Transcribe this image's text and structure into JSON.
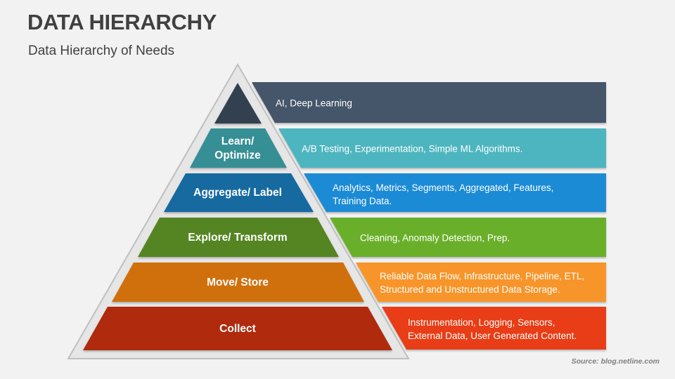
{
  "header": {
    "title": "DATA HIERARCHY",
    "subtitle": "Data Hierarchy of Needs"
  },
  "levels": [
    {
      "label": "",
      "description_lines": [
        "AI, Deep Learning"
      ],
      "color": "#333f50",
      "bar_color": "#44546a"
    },
    {
      "label_lines": [
        "Learn/",
        "Optimize"
      ],
      "description_lines": [
        "A/B Testing, Experimentation, Simple ML Algorithms."
      ],
      "color": "#368f95",
      "bar_color": "#4db5bf"
    },
    {
      "label": "Aggregate/ Label",
      "description_lines": [
        "Analytics, Metrics, Segments, Aggregated, Features,",
        "Training Data."
      ],
      "color": "#136aa0",
      "bar_color": "#1a8bd6"
    },
    {
      "label": "Explore/ Transform",
      "description_lines": [
        "Cleaning, Anomaly Detection, Prep."
      ],
      "color": "#558522",
      "bar_color": "#6aaf2a"
    },
    {
      "label": "Move/ Store",
      "description_lines": [
        "Reliable Data Flow, Infrastructure, Pipeline, ETL,",
        "Structured and Unstructured Data Storage."
      ],
      "color": "#d06f08",
      "bar_color": "#f7952a"
    },
    {
      "label": "Collect",
      "description_lines": [
        "Instrumentation, Logging, Sensors,",
        "External Data, User Generated Content."
      ],
      "color": "#b02b10",
      "bar_color": "#e83e18"
    }
  ],
  "footer": {
    "source": "Source: blog.netline.com"
  }
}
